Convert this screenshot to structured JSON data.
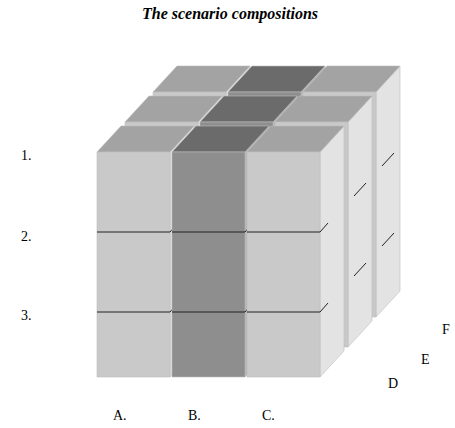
{
  "diagram": {
    "title": "The scenario compositions",
    "labels": [
      "1.",
      "2.",
      "3.",
      "A.",
      "B.",
      "C.",
      "D",
      "E",
      "F"
    ]
  }
}
